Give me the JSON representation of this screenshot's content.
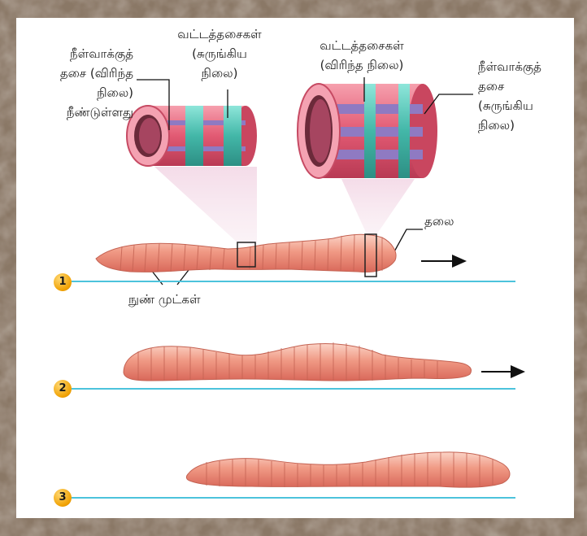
{
  "labels": {
    "longitudinal_left_1": "நீள்வாக்குத்",
    "longitudinal_left_2": "தசை (விரிந்த",
    "longitudinal_left_3": "நிலை)",
    "longitudinal_left_4": "நீண்டுள்ளது",
    "circular_left_1": "வட்டத்தசைகள்",
    "circular_left_2": "(சுருங்கிய",
    "circular_left_3": "நிலை)",
    "circular_right_1": "வட்டத்தசைகள்",
    "circular_right_2": "(விரிந்த நிலை)",
    "longitudinal_right_1": "நீள்வாக்குத்",
    "longitudinal_right_2": "தசை",
    "longitudinal_right_3": "(சுருங்கிய",
    "longitudinal_right_4": "நிலை)",
    "head": "தலை",
    "setae": "நுண் முட்கள்"
  },
  "stages": [
    "1",
    "2",
    "3"
  ],
  "colors": {
    "worm_body": "#ef8e7c",
    "muscle_pink": "#e55d76",
    "muscle_teal": "#52c2b4",
    "muscle_purple": "#8f7ac2",
    "baseline": "#4cc3dc",
    "badge": "#f0a000"
  }
}
